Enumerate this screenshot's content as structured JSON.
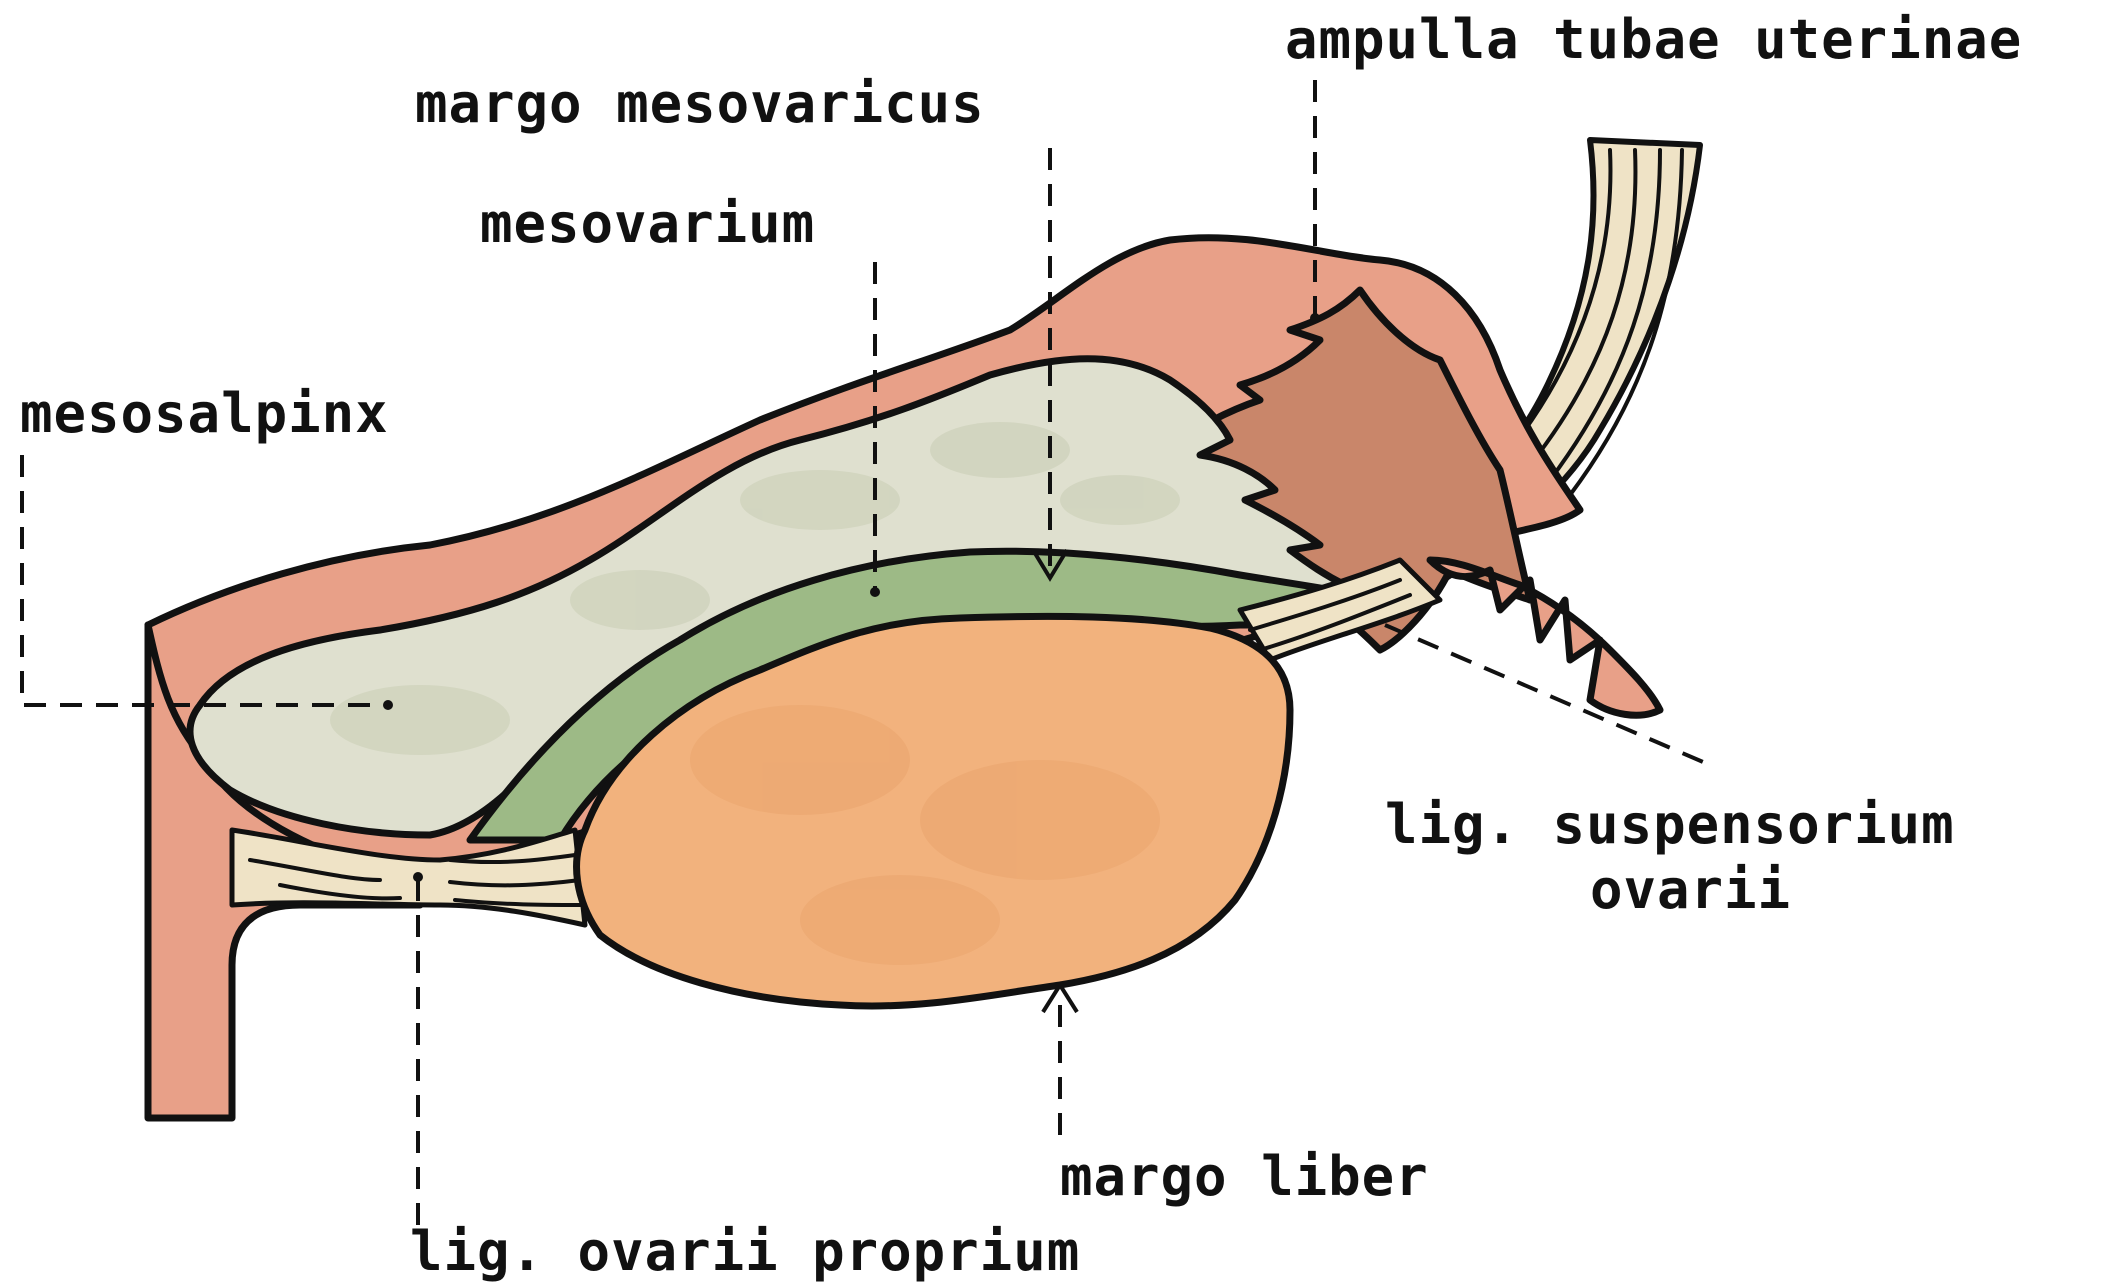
{
  "labels": {
    "ampulla": "ampulla tubae uterinae",
    "margo_mesovaricus": "margo mesovaricus",
    "mesovarium": "mesovarium",
    "mesosalpinx": "mesosalpinx",
    "lig_suspensorium_1": "lig. suspensorium",
    "lig_suspensorium_2": "ovarii",
    "margo_liber": "margo liber",
    "lig_ovarii_proprium": "lig. ovarii proprium"
  },
  "colors": {
    "tube_pink": "#e8a088",
    "mesosalpinx_grey": "#dfe0cf",
    "mesovarium_green": "#9dba86",
    "ovary_orange": "#f2b27d",
    "fimbria_brown": "#c9866a",
    "ligament_cream": "#efe3c6"
  }
}
